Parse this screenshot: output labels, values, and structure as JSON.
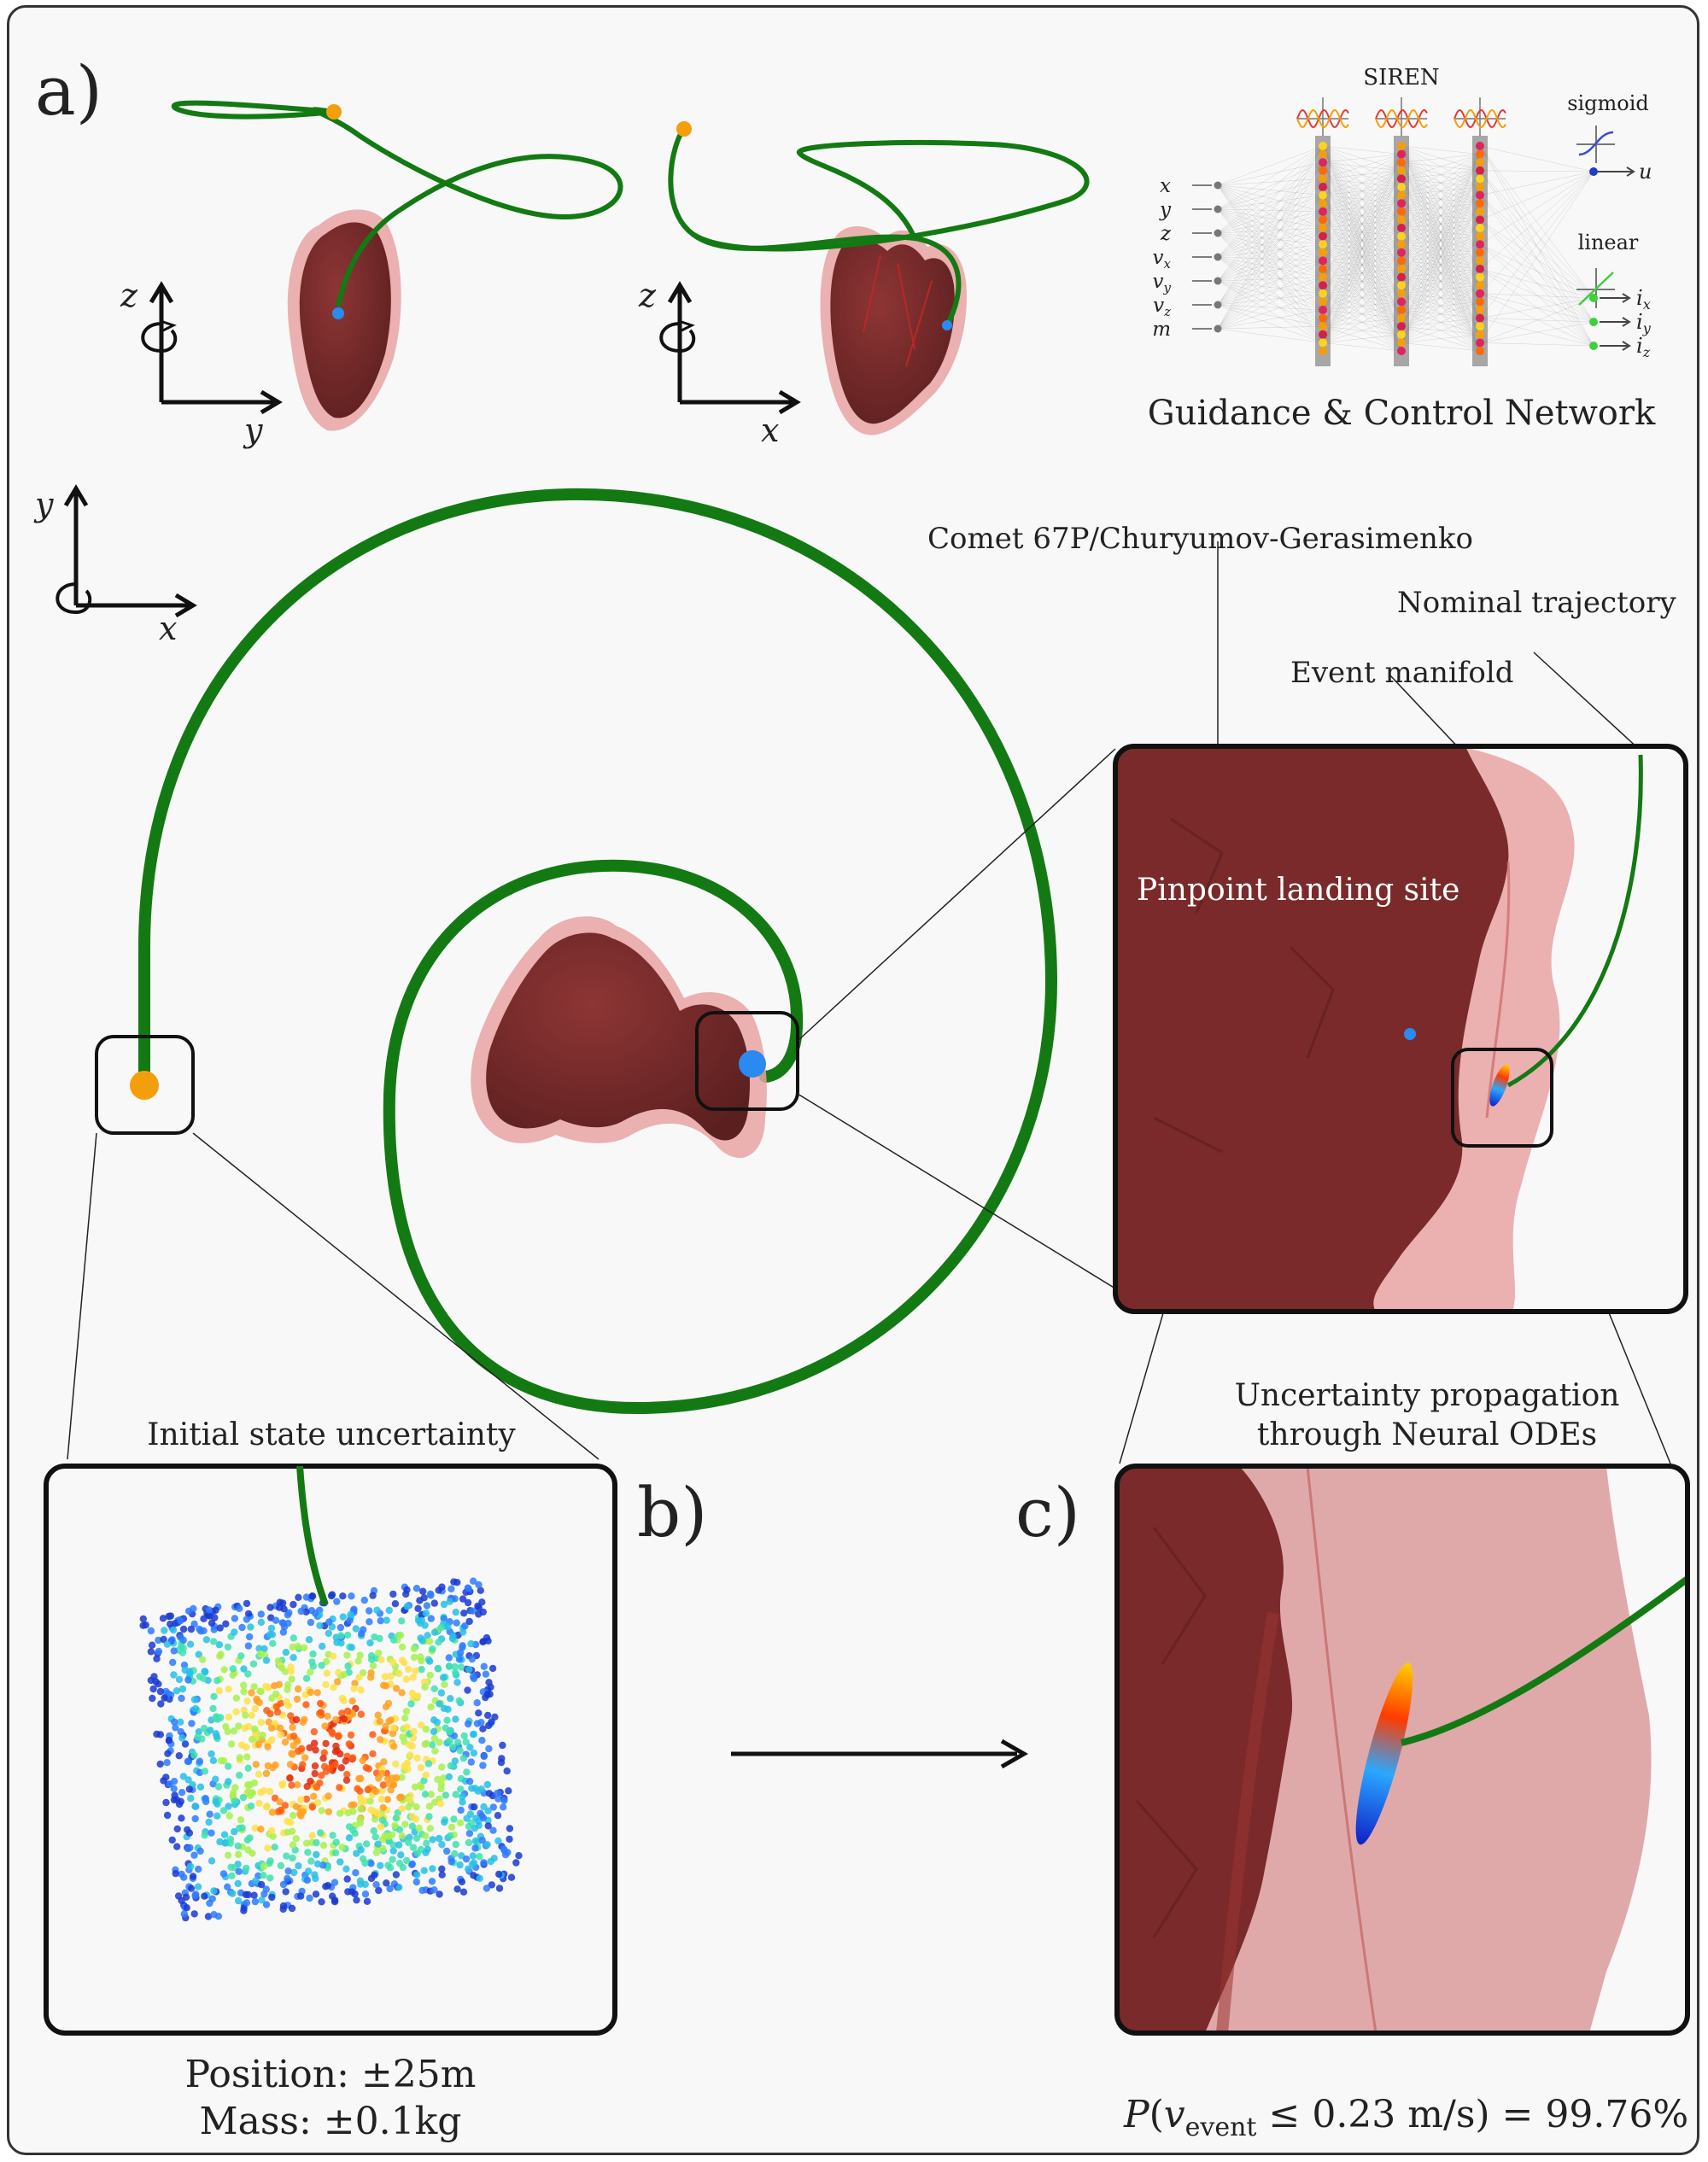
{
  "panel_labels": {
    "a": "a)",
    "b": "b)",
    "c": "c)"
  },
  "network": {
    "title": "SIREN",
    "caption": "Guidance & Control Network",
    "inputs": [
      "x",
      "y",
      "z",
      "v",
      "v",
      "v",
      "m"
    ],
    "input_subscripts": [
      "",
      "",
      "",
      "x",
      "y",
      "z",
      ""
    ],
    "sigmoid_label": "sigmoid",
    "sigmoid_output": "u",
    "linear_label": "linear",
    "linear_outputs": [
      "i",
      "i",
      "i"
    ],
    "linear_subscripts": [
      "x",
      "y",
      "z"
    ]
  },
  "axes": {
    "view1": {
      "vertical": "z",
      "horizontal": "y"
    },
    "view2": {
      "vertical": "z",
      "horizontal": "x"
    },
    "main": {
      "vertical": "y",
      "horizontal": "x"
    }
  },
  "annotations": {
    "comet": "Comet 67P/Churyumov-Gerasimenko",
    "nominal": "Nominal trajectory",
    "event_manifold": "Event manifold",
    "landing_site": "Pinpoint landing site",
    "initial_uncertainty": "Initial state uncertainty",
    "propagation_line1": "Uncertainty propagation",
    "propagation_line2": "through Neural ODEs"
  },
  "bottom_left": {
    "position": "Position: ±25m",
    "mass": "Mass: ±0.1kg"
  },
  "bottom_right": {
    "P": "P",
    "lparen": "(",
    "v": "v",
    "sub": "event",
    "rest": " ≤ 0.23 m/s) = 99.76%"
  },
  "colors": {
    "trajectory": "#137a13",
    "start": "#f59e0b",
    "landing": "#2a8af0",
    "comet_dark": "#7a2a2a",
    "comet_halo": "#e29898",
    "frame": "#222222"
  }
}
